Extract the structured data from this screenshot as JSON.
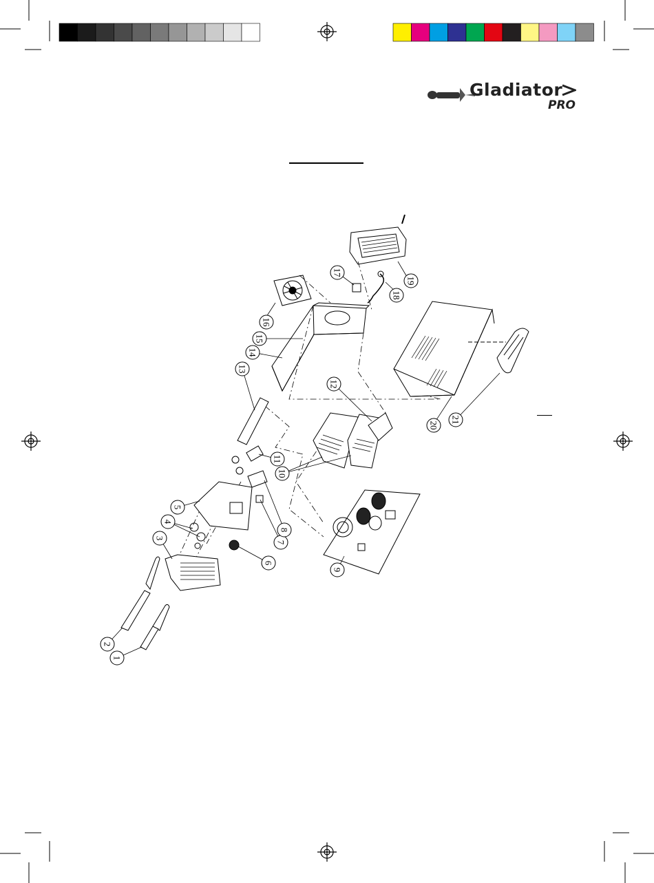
{
  "print_marks": {
    "grey_ramp": [
      "#000000",
      "#1b1b1b",
      "#333333",
      "#4a4a4a",
      "#626262",
      "#7a7a7a",
      "#969696",
      "#b1b1b1",
      "#cbcbcb",
      "#e5e5e5",
      "#ffffff"
    ],
    "color_bar": [
      "#ffef00",
      "#e6007e",
      "#009fe3",
      "#2e3192",
      "#00a650",
      "#e30613",
      "#231f20",
      "#fff685",
      "#f49ac1",
      "#7fd3f7",
      "#8c8c8c"
    ]
  },
  "brand": {
    "name": "Gladiator",
    "suffix": "PRO",
    "colors": {
      "ink": "#222222",
      "blade": "#555555"
    }
  },
  "diagram": {
    "callouts": [
      "1",
      "2",
      "3",
      "4",
      "5",
      "6",
      "7",
      "8",
      "9",
      "10",
      "11",
      "12",
      "13",
      "14",
      "15",
      "16",
      "17",
      "18",
      "19",
      "20",
      "21"
    ]
  }
}
